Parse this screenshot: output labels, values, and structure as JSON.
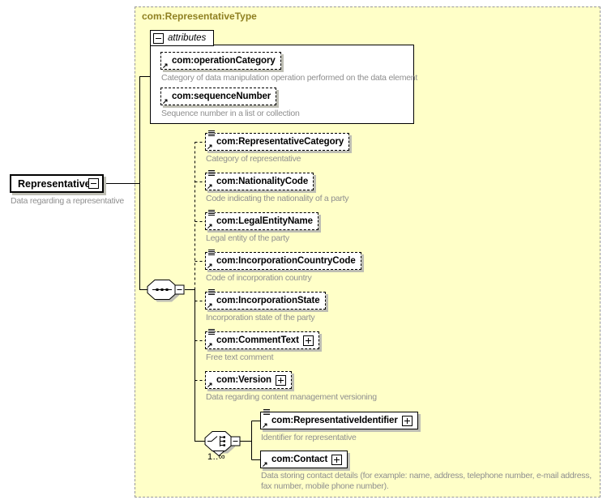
{
  "diagram": {
    "type_title": "com:RepresentativeType",
    "root": {
      "label": "Representative",
      "caption": "Data regarding a representative"
    },
    "attributes_section": {
      "label": "attributes",
      "items": [
        {
          "label": "com:operationCategory",
          "caption": "Category of data manipulation operation performed on the data element"
        },
        {
          "label": "com:sequenceNumber",
          "caption": "Sequence number in a list or collection"
        }
      ]
    },
    "sequence_children": [
      {
        "label": "com:RepresentativeCategory",
        "caption": "Category of representative"
      },
      {
        "label": "com:NationalityCode",
        "caption": "Code indicating the nationality of a party"
      },
      {
        "label": "com:LegalEntityName",
        "caption": "Legal entity of the party"
      },
      {
        "label": "com:IncorporationCountryCode",
        "caption": "Code of incorporation country"
      },
      {
        "label": "com:IncorporationState",
        "caption": "Incorporation state of the party"
      },
      {
        "label": "com:CommentText",
        "caption": "Free text comment"
      },
      {
        "label": "com:Version",
        "caption": "Data regarding content management versioning"
      }
    ],
    "choice": {
      "occurrence": "1..∞",
      "children": [
        {
          "label": "com:RepresentativeIdentifier",
          "caption": "Identifier for representative"
        },
        {
          "label": "com:Contact",
          "caption": "Data storing contact details (for example: name, address, telephone number, e-mail address, fax number, mobile phone number)."
        }
      ]
    },
    "icons": {
      "reference_arrow": "↗"
    },
    "colors": {
      "container_fill": "#FFFFC8",
      "container_border": "#999999",
      "type_title_text": "#8F8022",
      "caption_text": "#8F8F8F",
      "box_shadow": "#BEBEB4",
      "line": "#000000"
    }
  }
}
